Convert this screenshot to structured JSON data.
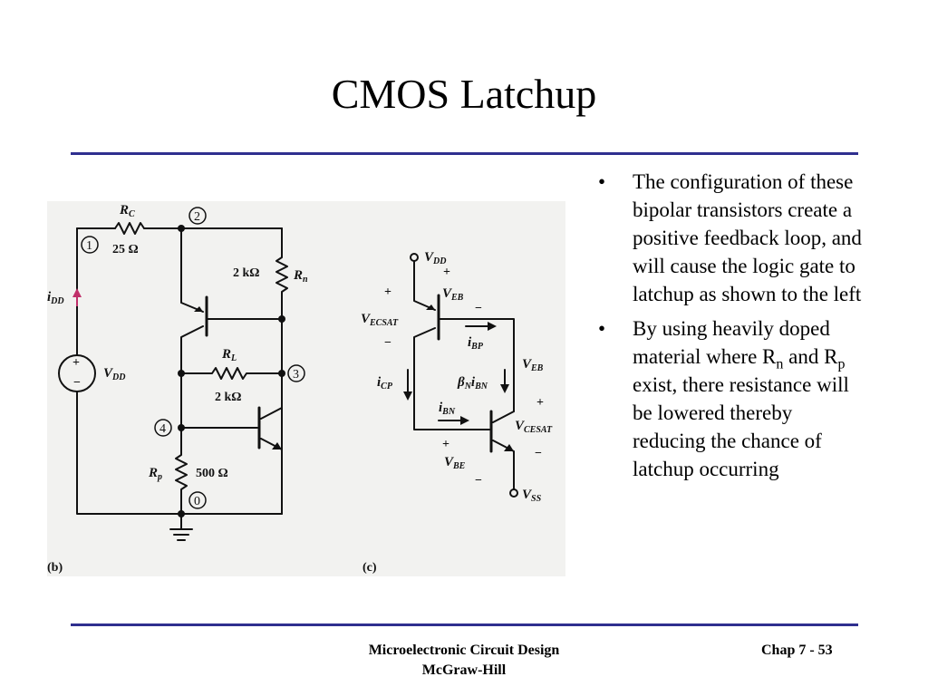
{
  "slide": {
    "title": "CMOS Latchup"
  },
  "bullets": [
    {
      "pre": "The configuration of these bipolar transistors create a positive feedback loop, and will cause the logic gate to latchup as shown to the left",
      "sym1": "",
      "sub1": "",
      "mid": "",
      "sym2": "",
      "sub2": "",
      "post": ""
    },
    {
      "pre": "By using heavily doped material where ",
      "sym1": "R",
      "sub1": "n",
      "mid": " and ",
      "sym2": "R",
      "sub2": "p",
      "post": " exist, there resistance will be lowered thereby reducing the chance of latchup occurring"
    }
  ],
  "figure": {
    "b": {
      "tag": "(b)",
      "nodes": [
        "1",
        "2",
        "3",
        "4",
        "0"
      ],
      "rc_value": "25 Ω",
      "rn_value": "2 kΩ",
      "rl_value": "2 kΩ",
      "rp_value": "500 Ω",
      "source_label": "V",
      "source_sub": "DD",
      "current_label": "i",
      "current_sub": "DD",
      "rc_label": "R",
      "rc_sub": "C",
      "rn_label": "R",
      "rn_sub": "n",
      "rl_label": "R",
      "rl_sub": "L",
      "rp_label": "R",
      "rp_sub": "p"
    },
    "c": {
      "tag": "(c)",
      "vdd": "V",
      "vdd_sub": "DD",
      "vss": "V",
      "vss_sub": "SS",
      "veb": "V",
      "veb_sub": "EB",
      "vecsat": "V",
      "vecsat_sub": "ECSAT",
      "ibp": "i",
      "ibp_sub": "BP",
      "icp": "i",
      "icp_sub": "CP",
      "veb2": "V",
      "veb2_sub": "EB",
      "beta": "β",
      "beta_sub": "N",
      "beta_i": "i",
      "beta_isub": "BN",
      "ibn": "i",
      "ibn_sub": "BN",
      "vcesat": "V",
      "vcesat_sub": "CESAT",
      "vbe": "V",
      "vbe_sub": "BE"
    }
  },
  "footer": {
    "course": "Microelectronic Circuit Design",
    "publisher": "McGraw-Hill",
    "page": "Chap 7 - 53"
  }
}
